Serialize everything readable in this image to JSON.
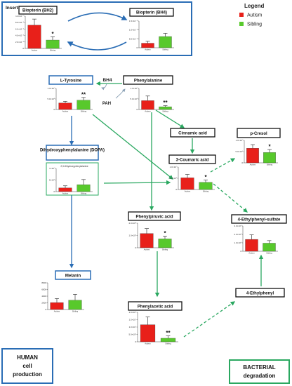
{
  "insert": {
    "label": "Insert A"
  },
  "legend": {
    "title": "Legend",
    "items": [
      {
        "label": "Autism",
        "color": "#e8201a"
      },
      {
        "label": "Sibling",
        "color": "#58c92c"
      }
    ]
  },
  "pathways": {
    "bh4": "BH4",
    "pah": "PAH"
  },
  "nodes": {
    "biopterin_bh2": "Biopterin (BH2)",
    "biopterin_bh4": "Biopterin (BH4)",
    "l_tyrosine": "L-Tyrosine",
    "phenylalanine": "Phenylalanine",
    "cinnamic_acid": "Cinnamic acid",
    "p_cresol": "p-Cresol",
    "coumaric_acid": "3-Coumaric acid",
    "dopa": "Dihydroxyphenylalanine (DOPA)",
    "phenylpiruvic_acid": "Phenylpiruvic acid",
    "ethylphenyl_sulfate": "4-Ethylphenyl-sulfate",
    "melanin": "Melanin",
    "ethylphenyl": "4-Ethylphenyl",
    "phenylacetic_acid": "Phenylacetic acid"
  },
  "corners": {
    "human": [
      "HUMAN",
      "cell",
      "production"
    ],
    "bacterial": [
      "BACTERIAL",
      "degradation"
    ]
  },
  "chart_data": [
    {
      "id": "bh2",
      "type": "bar",
      "categories": [
        "Autism",
        "Sibling"
      ],
      "values": [
        7.2,
        2.6
      ],
      "errors": [
        1.9,
        1.0
      ],
      "ylim": [
        0,
        10
      ],
      "yticks": [
        "0",
        "2.0×10⁻⁶",
        "4.0×10⁻⁶",
        "6.0×10⁻⁶",
        "8.0×10⁻⁶",
        "1.0×10⁻⁷"
      ],
      "significance": "*"
    },
    {
      "id": "bh4",
      "type": "bar",
      "categories": [
        "Autism",
        "Sibling"
      ],
      "values": [
        1.7,
        4.2
      ],
      "errors": [
        0.7,
        1.2
      ],
      "ylim": [
        0,
        10
      ],
      "yticks": [
        "0",
        "5.0×10⁻⁶",
        "1.0×10⁻⁶",
        "1.5×10⁻⁶"
      ],
      "significance": ""
    },
    {
      "id": "tyrosine",
      "type": "bar",
      "categories": [
        "Autism",
        "Sibling"
      ],
      "values": [
        3.1,
        4.4
      ],
      "errors": [
        0.8,
        1.3
      ],
      "ylim": [
        0,
        10
      ],
      "yticks": [
        "0",
        "5.0×10⁶",
        "1.0×10⁷"
      ],
      "significance": "**"
    },
    {
      "id": "phenylalanine",
      "type": "bar",
      "categories": [
        "Autism",
        "Sibling"
      ],
      "values": [
        4.2,
        1.3
      ],
      "errors": [
        2.2,
        0.5
      ],
      "ylim": [
        0,
        10
      ],
      "yticks": [
        "0",
        "5.0×10⁶",
        "1.0×10⁷"
      ],
      "significance": "**"
    },
    {
      "id": "p_cresol",
      "type": "bar",
      "categories": [
        "Autism",
        "Sibling"
      ],
      "values": [
        6.5,
        4.6
      ],
      "errors": [
        1.6,
        1.3
      ],
      "ylim": [
        0,
        10
      ],
      "yticks": [
        "0",
        "5.0×10⁶",
        "1.0×10⁷"
      ],
      "significance": "*"
    },
    {
      "id": "dopa",
      "title": "2,3-Dihydroxyphenylalanine",
      "type": "bar",
      "categories": [
        "Autism",
        "Sibling"
      ],
      "values": [
        1.6,
        3.0
      ],
      "errors": [
        0.9,
        2.2
      ],
      "ylim": [
        0,
        10
      ],
      "yticks": [
        "0",
        "5×10⁶",
        "1×10⁷"
      ],
      "significance": ""
    },
    {
      "id": "coumaric",
      "type": "bar",
      "categories": [
        "Autism",
        "Sibling"
      ],
      "values": [
        5.2,
        3.2
      ],
      "errors": [
        1.5,
        1.0
      ],
      "ylim": [
        0,
        10
      ],
      "yticks": [
        "0",
        "5.0×10⁶",
        "1.0×10⁷"
      ],
      "significance": "*"
    },
    {
      "id": "phenylpiruvic",
      "type": "bar",
      "categories": [
        "Autism",
        "Sibling"
      ],
      "values": [
        5.8,
        3.6
      ],
      "errors": [
        2.0,
        1.1
      ],
      "ylim": [
        0,
        10
      ],
      "yticks": [
        "0",
        "1.0×10⁶",
        "2.0×10⁶"
      ],
      "significance": "*"
    },
    {
      "id": "ethylphenyl_sulfate",
      "type": "bar",
      "categories": [
        "Autism",
        "Sibling"
      ],
      "values": [
        4.7,
        3.2
      ],
      "errors": [
        1.8,
        1.0
      ],
      "ylim": [
        0,
        10
      ],
      "yticks": [
        "0",
        "1.0×10⁶",
        "2.0×10⁶",
        "3.0×10⁶"
      ],
      "significance": ""
    },
    {
      "id": "melanin",
      "type": "bar",
      "categories": [
        "Autism",
        "Sibling"
      ],
      "values": [
        2.6,
        3.5
      ],
      "errors": [
        1.5,
        2.2
      ],
      "ylim": [
        0,
        10
      ],
      "yticks": [
        "0",
        "2000",
        "4000",
        "6000",
        "8000"
      ],
      "significance": ""
    },
    {
      "id": "phenylacetic",
      "type": "bar",
      "categories": [
        "Autism",
        "Sibling"
      ],
      "values": [
        5.8,
        1.2
      ],
      "errors": [
        2.6,
        0.8
      ],
      "ylim": [
        0,
        10
      ],
      "yticks": [
        "0",
        "5.0×10⁶",
        "1.0×10⁷",
        "1.5×10⁷",
        "2.0×10⁷"
      ],
      "significance": "**"
    }
  ]
}
